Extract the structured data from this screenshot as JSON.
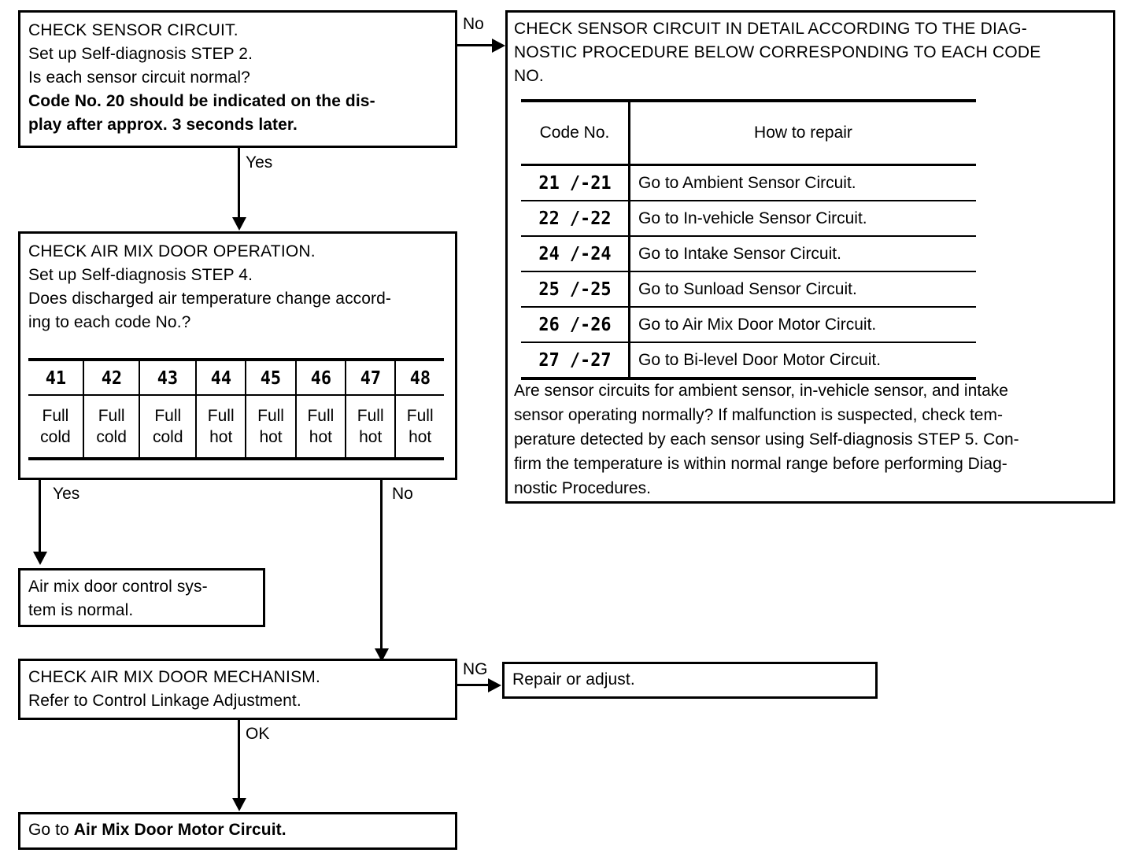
{
  "flow": {
    "check_sensor_circuit": {
      "lines": [
        "CHECK SENSOR CIRCUIT.",
        "Set up Self-diagnosis STEP 2.",
        "Is each sensor circuit normal?"
      ],
      "note_lines": [
        "Code No. 20 should be indicated on the dis-",
        "play after approx. 3 seconds later."
      ]
    },
    "check_air_mix_door_operation": {
      "lines": [
        "CHECK AIR MIX DOOR OPERATION.",
        "Set up Self-diagnosis STEP 4.",
        "Does discharged air temperature change accord-",
        "ing to each code No.?"
      ],
      "mode_table": {
        "codes": [
          "41",
          "42",
          "43",
          "44",
          "45",
          "46",
          "47",
          "48"
        ],
        "states": [
          [
            "Full",
            "cold"
          ],
          [
            "Full",
            "cold"
          ],
          [
            "Full",
            "cold"
          ],
          [
            "Full",
            "hot"
          ],
          [
            "Full",
            "hot"
          ],
          [
            "Full",
            "hot"
          ],
          [
            "Full",
            "hot"
          ],
          [
            "Full",
            "hot"
          ]
        ]
      }
    },
    "air_mix_normal": {
      "lines": [
        "Air mix door control sys-",
        "tem is normal."
      ]
    },
    "check_air_mix_door_mechanism": {
      "lines": [
        "CHECK AIR MIX DOOR MECHANISM.",
        "Refer to Control Linkage Adjustment."
      ]
    },
    "repair_or_adjust": {
      "text": "Repair or adjust."
    },
    "goto_air_mix_door_motor_circuit": {
      "prefix": "Go to ",
      "bold": "Air Mix Door Motor Circuit."
    },
    "check_sensor_circuit_detail": {
      "heading_lines": [
        "CHECK SENSOR CIRCUIT IN DETAIL ACCORDING TO THE DIAG-",
        "NOSTIC PROCEDURE BELOW CORRESPONDING TO EACH CODE",
        "NO."
      ],
      "table": {
        "headers": [
          "Code No.",
          "How to repair"
        ],
        "rows": [
          {
            "code": "21 /-21",
            "repair": "Go to Ambient Sensor Circuit."
          },
          {
            "code": "22 /-22",
            "repair": "Go to In-vehicle Sensor Circuit."
          },
          {
            "code": "24 /-24",
            "repair": "Go to Intake Sensor Circuit."
          },
          {
            "code": "25 /-25",
            "repair": "Go to Sunload Sensor Circuit."
          },
          {
            "code": "26 /-26",
            "repair": "Go to Air Mix Door Motor Circuit."
          },
          {
            "code": "27 /-27",
            "repair": "Go to Bi-level Door Motor Circuit."
          }
        ]
      },
      "footer_lines": [
        "Are sensor circuits for ambient sensor, in-vehicle sensor, and intake",
        "sensor operating normally? If malfunction is suspected, check tem-",
        "perature detected by each sensor using Self-diagnosis STEP 5. Con-",
        "firm the temperature is within normal range before performing Diag-",
        "nostic Procedures."
      ]
    }
  },
  "connectors": {
    "no_to_detail": "No",
    "yes_to_operation": "Yes",
    "yes_to_normal": "Yes",
    "no_to_mechanism": "No",
    "ng_to_repair": "NG",
    "ok_to_goto": "OK"
  },
  "colors": {
    "ink": "#000000",
    "paper": "#ffffff"
  }
}
